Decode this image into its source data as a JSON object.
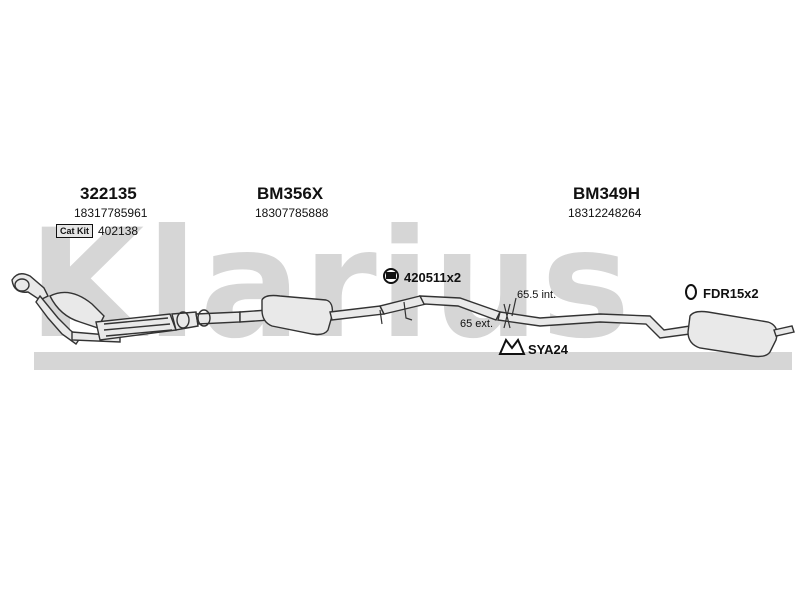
{
  "watermark": "Klarius",
  "sections": [
    {
      "code": "322135",
      "number": "18317785961"
    },
    {
      "code": "BM356X",
      "number": "18307785888"
    },
    {
      "code": "BM349H",
      "number": "18312248264"
    }
  ],
  "cat_kit": {
    "badge": "Cat Kit",
    "number": "402138"
  },
  "parts": {
    "clamp": "420511x2",
    "ring": "FDR15x2",
    "hanger": "SYA24"
  },
  "dimensions": {
    "internal": "65.5 int.",
    "external": "65 ext."
  }
}
